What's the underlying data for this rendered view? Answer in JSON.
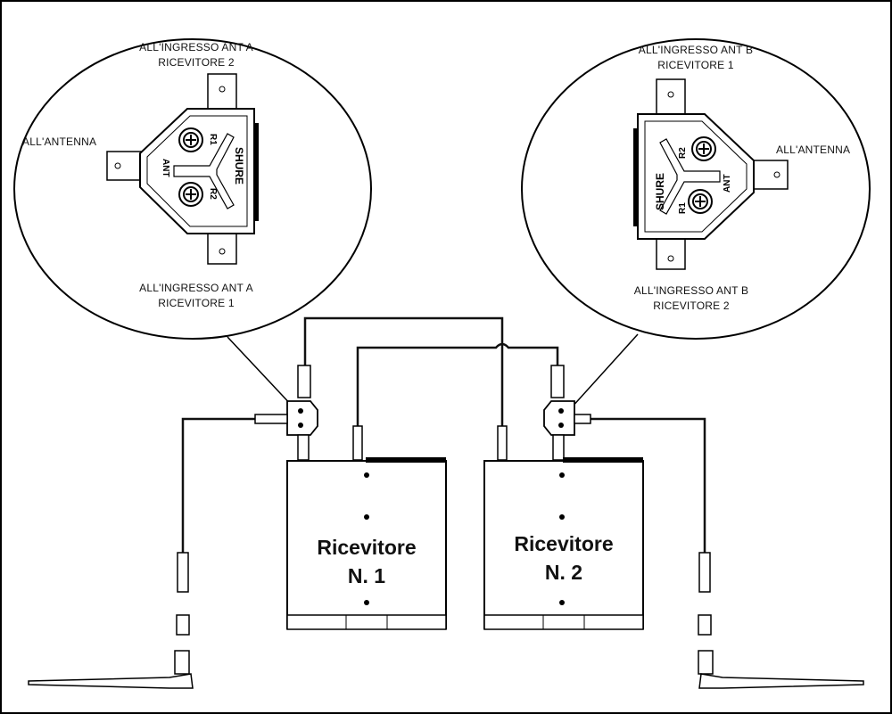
{
  "left_zoom": {
    "top_line1": "ALL'INGRESSO ANT A",
    "top_line2": "RICEVITORE 2",
    "side_label": "ALL'ANTENNA",
    "bottom_line1": "ALL'INGRESSO ANT A",
    "bottom_line2": "RICEVITORE 1",
    "splitter_ant": "ANT",
    "splitter_r1": "R1",
    "splitter_r2": "R2",
    "splitter_brand": "SHURE"
  },
  "right_zoom": {
    "top_line1": "ALL'INGRESSO ANT B",
    "top_line2": "RICEVITORE 1",
    "side_label": "ALL'ANTENNA",
    "bottom_line1": "ALL'INGRESSO ANT B",
    "bottom_line2": "RICEVITORE 2",
    "splitter_ant": "ANT",
    "splitter_r1": "R1",
    "splitter_r2": "R2",
    "splitter_brand": "SHURE"
  },
  "receiver1": {
    "title_line1": "Ricevitore",
    "title_line2": "N. 1"
  },
  "receiver2": {
    "title_line1": "Ricevitore",
    "title_line2": "N. 2"
  },
  "colors": {
    "line": "#111111",
    "cable": "#1a1a1a",
    "panel": "#ffffff"
  }
}
